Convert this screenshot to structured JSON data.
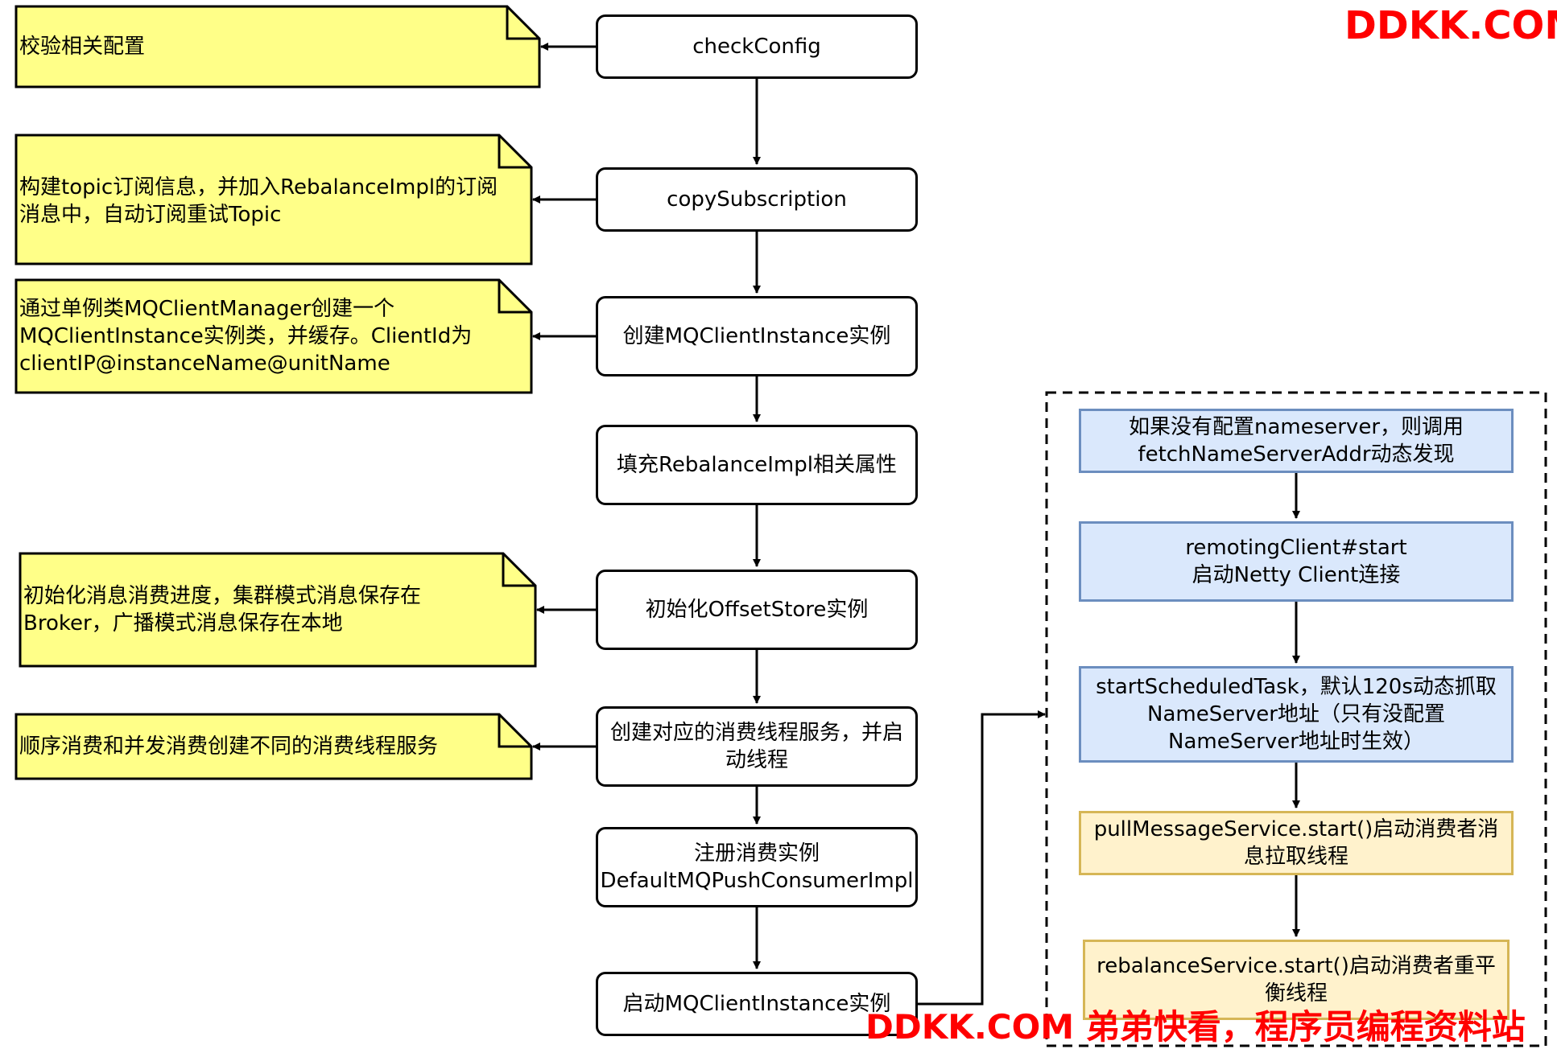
{
  "main_flow": [
    "checkConfig",
    "copySubscription",
    "创建MQClientInstance实例",
    "填充RebalanceImpl相关属性",
    "初始化OffsetStore实例",
    "创建对应的消费线程服务，并启动线程",
    "注册消费实例\nDefaultMQPushConsumerImpl",
    "启动MQClientInstance实例"
  ],
  "notes": [
    "校验相关配置",
    "构建topic订阅信息，并加入RebalanceImpl的订阅\n消息中，自动订阅重试Topic",
    "通过单例类MQClientManager创建一个\nMQClientInstance实例类，并缓存。ClientId为\nclientIP@instanceName@unitName",
    "初始化消息消费进度，集群模式消息保存在\nBroker，广播模式消息保存在本地",
    "顺序消费和并发消费创建不同的消费线程服务"
  ],
  "sub_flow": [
    "如果没有配置nameserver，则调用\nfetchNameServerAddr动态发现",
    "remotingClient#start\n启动Netty Client连接",
    "startScheduledTask，默认120s动态抓取\nNameServer地址（只有没配置\nNameServer地址时生效）",
    "pullMessageService.start()启动消费者消\n息拉取线程",
    "rebalanceService.start()启动消费者重平\n衡线程"
  ],
  "watermark_top": "DDKK.COM",
  "watermark_bottom": "DDKK.COM 弟弟快看，程序员编程资料站",
  "colors": {
    "note_fill": "#ffff88",
    "blue_fill": "#dae8fc",
    "blue_stroke": "#6c8ebf",
    "gold_fill": "#fff2cc",
    "gold_stroke": "#d6b656",
    "watermark": "#ff0000"
  }
}
